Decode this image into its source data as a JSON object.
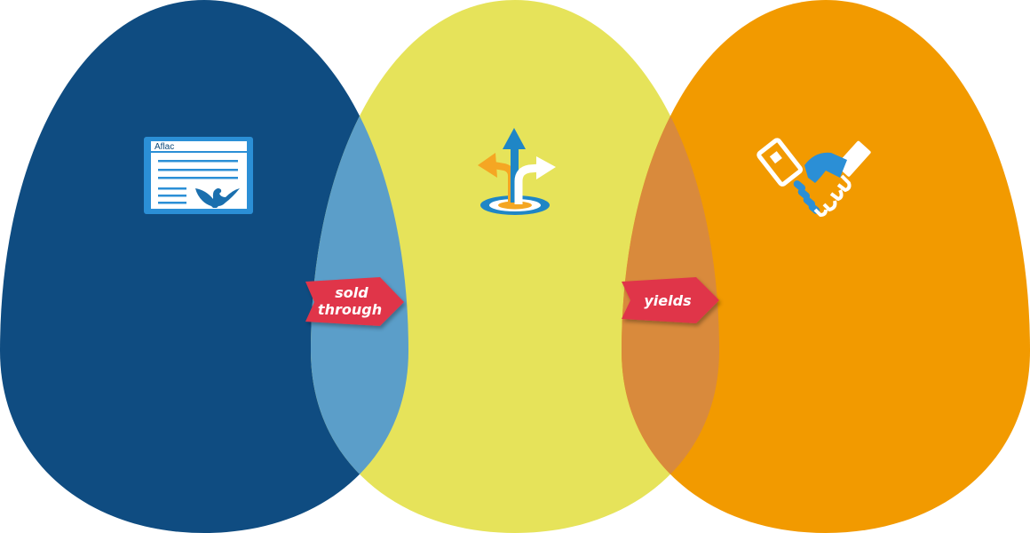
{
  "diagram": {
    "eggs": [
      {
        "id": "policy",
        "color": "#0f4c81"
      },
      {
        "id": "choice",
        "color": "#e6e35a"
      },
      {
        "id": "partnership",
        "color": "#f29a00"
      }
    ],
    "overlaps": [
      {
        "between": [
          "policy",
          "choice"
        ],
        "color": "#5b9ec9"
      },
      {
        "between": [
          "choice",
          "partnership"
        ],
        "color": "#d98a3c"
      }
    ],
    "arrows": [
      {
        "line1": "sold",
        "line2": "through",
        "color": "#e0364a"
      },
      {
        "line1": "yields",
        "color": "#e0364a"
      }
    ],
    "icons": {
      "policy_document": {
        "brand_text": "Aflac",
        "name": "policy-document-icon"
      },
      "choice_paths": {
        "name": "choice-paths-icon"
      },
      "handshake": {
        "name": "handshake-icon"
      }
    }
  }
}
